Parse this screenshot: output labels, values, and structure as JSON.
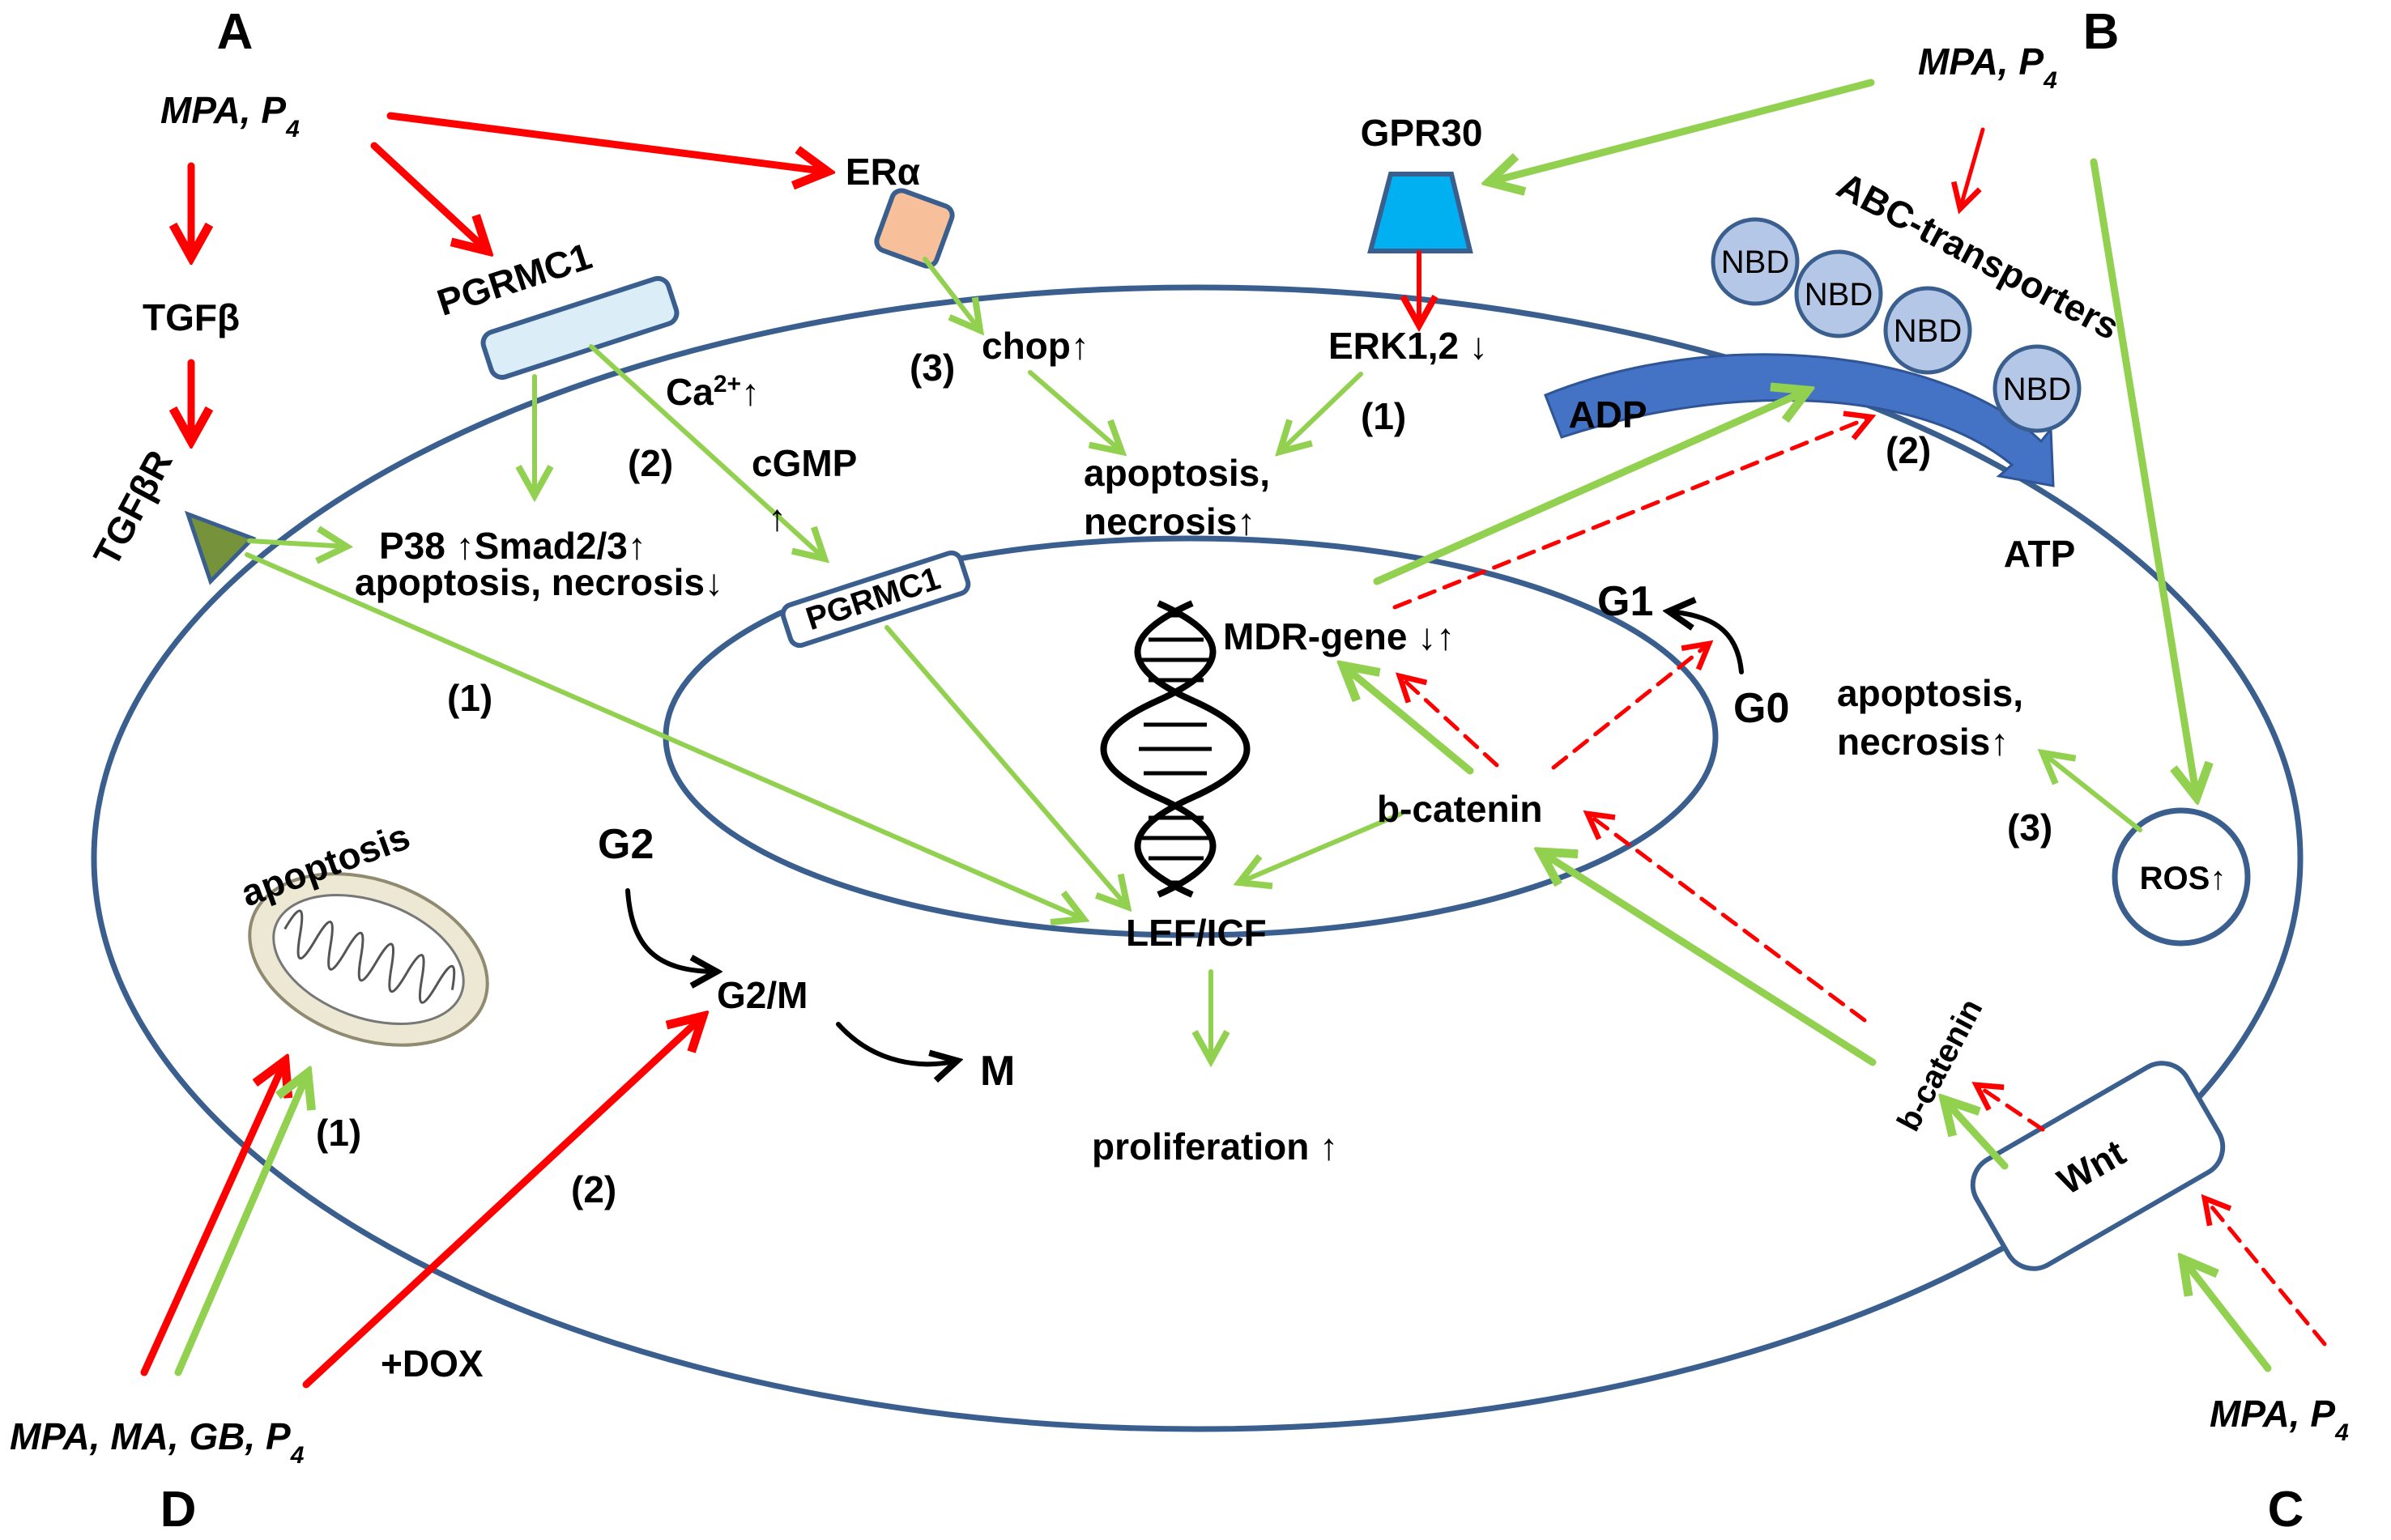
{
  "panel_labels": {
    "a": "A",
    "b": "B",
    "c": "C",
    "d": "D"
  },
  "drugs": {
    "a": {
      "text": "MPA, P",
      "sub": "4"
    },
    "b": {
      "text": "MPA, P",
      "sub": "4"
    },
    "c": {
      "text": "MPA, P",
      "sub": "4"
    },
    "d": {
      "text": "MPA, MA, GB, P",
      "sub": "4"
    },
    "dox": "+DOX"
  },
  "receptors": {
    "pgrmc1_membrane": "PGRMC1",
    "pgrmc1_nuclear": "PGRMC1",
    "er_alpha": "ERα",
    "gpr30": "GPR30",
    "tgfb": "TGFβ",
    "tgfbr": "TGFβR",
    "wnt": "Wnt",
    "abc_transporters": "ABC-transporters",
    "nbd": [
      "NBD",
      "NBD",
      "NBD",
      "NBD"
    ],
    "adp": "ADP",
    "atp": "ATP"
  },
  "molecules": {
    "ca": "Ca",
    "ca_sup": "2+",
    "up": "↑",
    "cgmp": "cGMP",
    "p38_smad": "P38 ↑Smad2/3↑",
    "apop_necrosis_down": "apoptosis, necrosis↓",
    "chop": "chop↑",
    "erk": "ERK1,2 ↓",
    "apoptosis_top_l1": "apoptosis,",
    "apoptosis_top_l2": "necrosis↑",
    "apoptosis_right_l1": "apoptosis,",
    "apoptosis_right_l2": "necrosis↑",
    "ros": "ROS↑",
    "mdr_gene": "MDR-gene ↓↑",
    "b_catenin_nucleus": "b-catenin",
    "b_catenin_membrane": "b-catenin",
    "lef": "LEF/ICF",
    "proliferation": "proliferation ↑",
    "mito_apoptosis": "apoptosis"
  },
  "cell_cycle": {
    "g0": "G0",
    "g1": "G1",
    "g2": "G2",
    "g2m": "G2/M",
    "m": "M"
  },
  "pathway_numbers": {
    "tgfbr": "(1)",
    "pgrmc1": "(2)",
    "er": "(3)",
    "erk": "(1)",
    "abc": "(2)",
    "ros": "(3)",
    "mito": "(1)",
    "dox": "(2)"
  },
  "colors": {
    "membrane": "#3a5f8f",
    "inhibit_red": "#ff0000",
    "activate_green": "#92d050",
    "gpr30": "#00b0f0",
    "er_alpha": "#f8c09a",
    "pgrmc1": "#dbeef8",
    "tgfbr": "#76933c",
    "nbd": "#b4c7e7",
    "abc_arrow": "#4472c4"
  }
}
